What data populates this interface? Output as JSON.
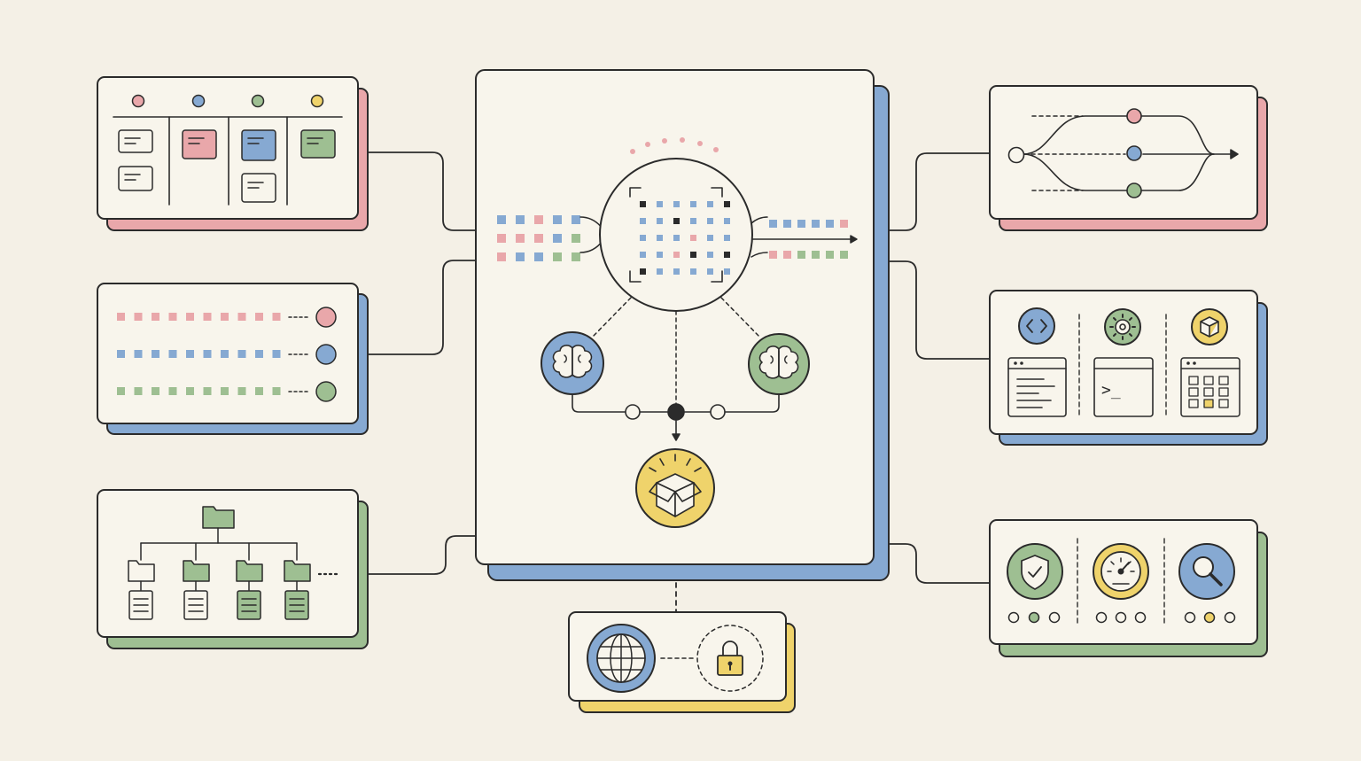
{
  "colors": {
    "background": "#f4f0e6",
    "card": "#f8f5ec",
    "ink": "#2b2b2b",
    "pink": "#e9a7aa",
    "blue": "#86a9d2",
    "green": "#9ebf92",
    "yellow": "#efd36b",
    "grey": "#8a8a8a"
  },
  "modules": [
    {
      "id": "kanban-board",
      "shadow": "pink",
      "icons": [
        "board-columns-icon",
        "note-card-icon"
      ]
    },
    {
      "id": "token-streams",
      "shadow": "blue",
      "icons": [
        "dotted-stream-icon"
      ]
    },
    {
      "id": "folder-tree",
      "shadow": "green",
      "icons": [
        "folder-icon",
        "document-icon"
      ]
    },
    {
      "id": "central-processor",
      "shadow": "blue",
      "icons": [
        "focus-circle-icon",
        "brain-icon",
        "package-icon"
      ]
    },
    {
      "id": "branch-pipeline",
      "shadow": "pink",
      "icons": [
        "branch-merge-icon",
        "arrow-right-icon"
      ]
    },
    {
      "id": "tool-windows",
      "shadow": "blue",
      "icons": [
        "code-icon",
        "gear-icon",
        "cube-icon",
        "terminal-icon",
        "grid-window-icon"
      ]
    },
    {
      "id": "monitoring",
      "shadow": "green",
      "icons": [
        "shield-check-icon",
        "speed-gauge-icon",
        "magnifier-icon"
      ]
    },
    {
      "id": "network-security",
      "shadow": "yellow",
      "icons": [
        "globe-icon",
        "padlock-icon"
      ]
    }
  ],
  "tool_windows": {
    "terminal_prompt": ">_"
  },
  "streams": [
    {
      "color": "pink",
      "status": "ongoing"
    },
    {
      "color": "blue",
      "status": "ongoing"
    },
    {
      "color": "green",
      "status": "ongoing"
    }
  ]
}
